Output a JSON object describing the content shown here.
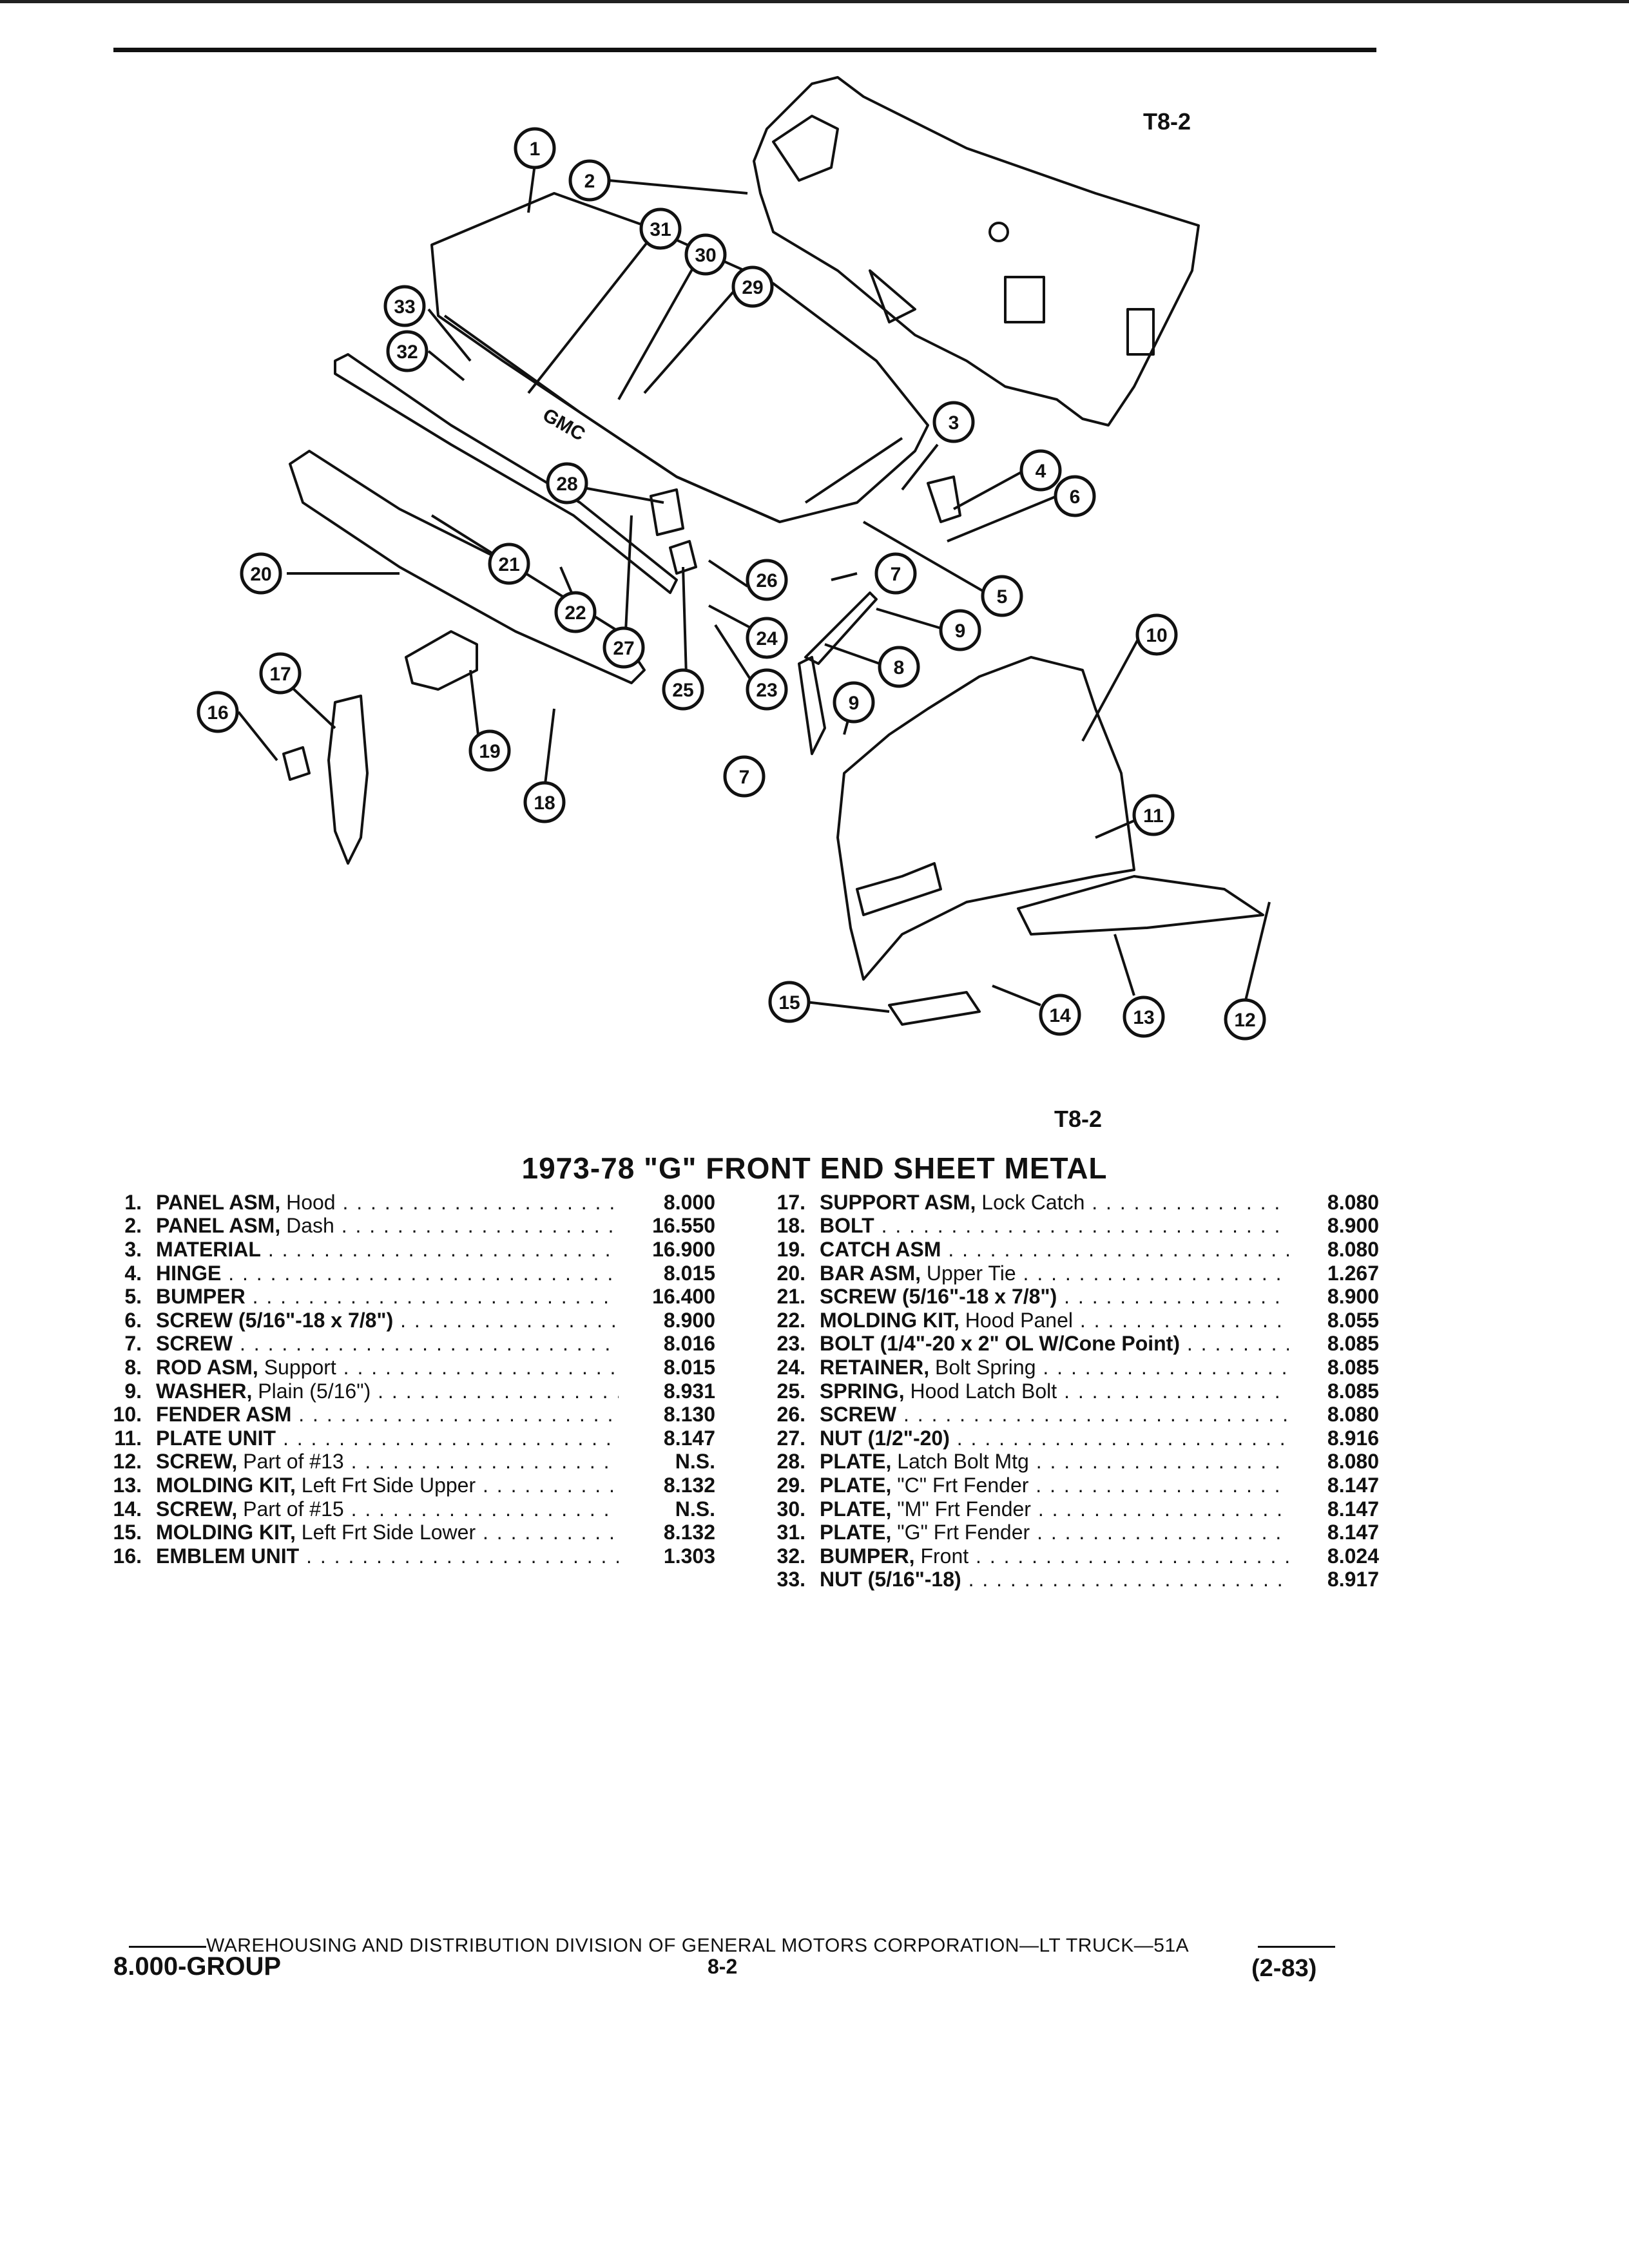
{
  "figure_tag_top": "T8-2",
  "figure_tag_bottom": "T8-2",
  "section_title": "1973-78 \"G\" FRONT END SHEET METAL",
  "callout_numbers": [
    "1",
    "2",
    "3",
    "4",
    "5",
    "6",
    "7",
    "8",
    "9",
    "10",
    "11",
    "12",
    "13",
    "14",
    "15",
    "16",
    "17",
    "18",
    "19",
    "20",
    "21",
    "22",
    "23",
    "24",
    "25",
    "26",
    "27",
    "28",
    "29",
    "30",
    "31",
    "32",
    "33"
  ],
  "emblem_lettering": "GMC",
  "parts_left": [
    {
      "num": "1.",
      "name": "PANEL ASM,",
      "sub": " Hood",
      "code": "8.000"
    },
    {
      "num": "2.",
      "name": "PANEL ASM,",
      "sub": " Dash",
      "code": "16.550"
    },
    {
      "num": "3.",
      "name": "MATERIAL",
      "sub": "",
      "code": "16.900"
    },
    {
      "num": "4.",
      "name": "HINGE",
      "sub": "",
      "code": "8.015"
    },
    {
      "num": "5.",
      "name": "BUMPER",
      "sub": "",
      "code": "16.400"
    },
    {
      "num": "6.",
      "name": "SCREW (5/16\"-18 x 7/8\")",
      "sub": "",
      "code": "8.900"
    },
    {
      "num": "7.",
      "name": "SCREW",
      "sub": "",
      "code": "8.016"
    },
    {
      "num": "8.",
      "name": "ROD ASM,",
      "sub": " Support",
      "code": "8.015"
    },
    {
      "num": "9.",
      "name": "WASHER,",
      "sub": " Plain (5/16\")",
      "code": "8.931"
    },
    {
      "num": "10.",
      "name": "FENDER ASM",
      "sub": "",
      "code": "8.130"
    },
    {
      "num": "11.",
      "name": "PLATE UNIT",
      "sub": "",
      "code": "8.147"
    },
    {
      "num": "12.",
      "name": "SCREW,",
      "sub": " Part of #13",
      "code": "N.S."
    },
    {
      "num": "13.",
      "name": "MOLDING KIT,",
      "sub": " Left Frt Side Upper",
      "code": "8.132"
    },
    {
      "num": "14.",
      "name": "SCREW,",
      "sub": " Part of #15",
      "code": "N.S."
    },
    {
      "num": "15.",
      "name": "MOLDING KIT,",
      "sub": " Left Frt Side Lower",
      "code": "8.132"
    },
    {
      "num": "16.",
      "name": "EMBLEM UNIT",
      "sub": "",
      "code": "1.303"
    }
  ],
  "parts_right": [
    {
      "num": "17.",
      "name": "SUPPORT ASM,",
      "sub": " Lock Catch",
      "code": "8.080"
    },
    {
      "num": "18.",
      "name": "BOLT",
      "sub": "",
      "code": "8.900"
    },
    {
      "num": "19.",
      "name": "CATCH ASM",
      "sub": "",
      "code": "8.080"
    },
    {
      "num": "20.",
      "name": "BAR ASM,",
      "sub": " Upper Tie",
      "code": "1.267"
    },
    {
      "num": "21.",
      "name": "SCREW (5/16\"-18 x 7/8\")",
      "sub": "",
      "code": "8.900"
    },
    {
      "num": "22.",
      "name": "MOLDING KIT,",
      "sub": " Hood Panel",
      "code": "8.055"
    },
    {
      "num": "23.",
      "name": "BOLT (1/4\"-20 x 2\" OL W/Cone Point)",
      "sub": "",
      "code": "8.085"
    },
    {
      "num": "24.",
      "name": "RETAINER,",
      "sub": " Bolt Spring",
      "code": "8.085"
    },
    {
      "num": "25.",
      "name": "SPRING,",
      "sub": " Hood Latch Bolt",
      "code": "8.085"
    },
    {
      "num": "26.",
      "name": "SCREW",
      "sub": "",
      "code": "8.080"
    },
    {
      "num": "27.",
      "name": "NUT (1/2\"-20)",
      "sub": "",
      "code": "8.916"
    },
    {
      "num": "28.",
      "name": "PLATE,",
      "sub": " Latch Bolt Mtg",
      "code": "8.080"
    },
    {
      "num": "29.",
      "name": "PLATE,",
      "sub": " \"C\" Frt Fender",
      "code": "8.147"
    },
    {
      "num": "30.",
      "name": "PLATE,",
      "sub": " \"M\" Frt Fender",
      "code": "8.147"
    },
    {
      "num": "31.",
      "name": "PLATE,",
      "sub": " \"G\" Frt Fender",
      "code": "8.147"
    },
    {
      "num": "32.",
      "name": "BUMPER,",
      "sub": " Front",
      "code": "8.024"
    },
    {
      "num": "33.",
      "name": "NUT (5/16\"-18)",
      "sub": "",
      "code": "8.917"
    }
  ],
  "footer": {
    "line": "WAREHOUSING AND DISTRIBUTION  DIVISION OF GENERAL MOTORS CORPORATION—LT TRUCK—51A",
    "group": "8.000-GROUP",
    "page": "8-2",
    "revision": "(2-83)"
  }
}
